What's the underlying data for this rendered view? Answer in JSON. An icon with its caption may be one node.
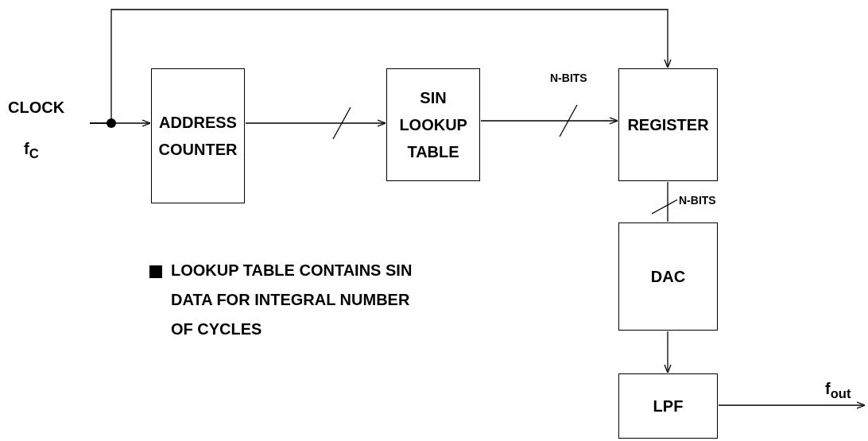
{
  "diagram": {
    "nodes": [
      {
        "text": [
          "CLOCK"
        ],
        "beside": [
          "f$_{C}$"
        ]
      },
      {
        "text": [
          "ADDRESS COUNTER"
        ]
      },
      {
        "text": [
          "SIN LOOKUP TABLE"
        ]
      },
      {
        "text": [
          "REGISTER"
        ]
      },
      {
        "text": [
          "DAC"
        ]
      },
      {
        "text": [
          "LPF"
        ]
      }
    ],
    "edges": [
      {
        "from": 0,
        "to": 1,
        "arrow": "to"
      },
      {
        "from": 0,
        "to": 3,
        "arrow": "to"
      },
      {
        "from": 1,
        "to": 2,
        "arrow": "to"
      },
      {
        "from": 2,
        "to": 3,
        "arrow": "to",
        "label": "N-BITS"
      },
      {
        "from": 3,
        "to": 4,
        "arrow": "none",
        "label": "N-BITS"
      },
      {
        "from": 4,
        "to": 5,
        "arrow": "to"
      },
      {
        "from": 5,
        "to": null,
        "arrow": "to",
        "label": "f$_{out}$"
      }
    ],
    "labels": [
      "LOOKUP TABLE CONTAINS SIN DATA FOR INTEGRAL NUMBER OF CYCLES"
    ]
  }
}
